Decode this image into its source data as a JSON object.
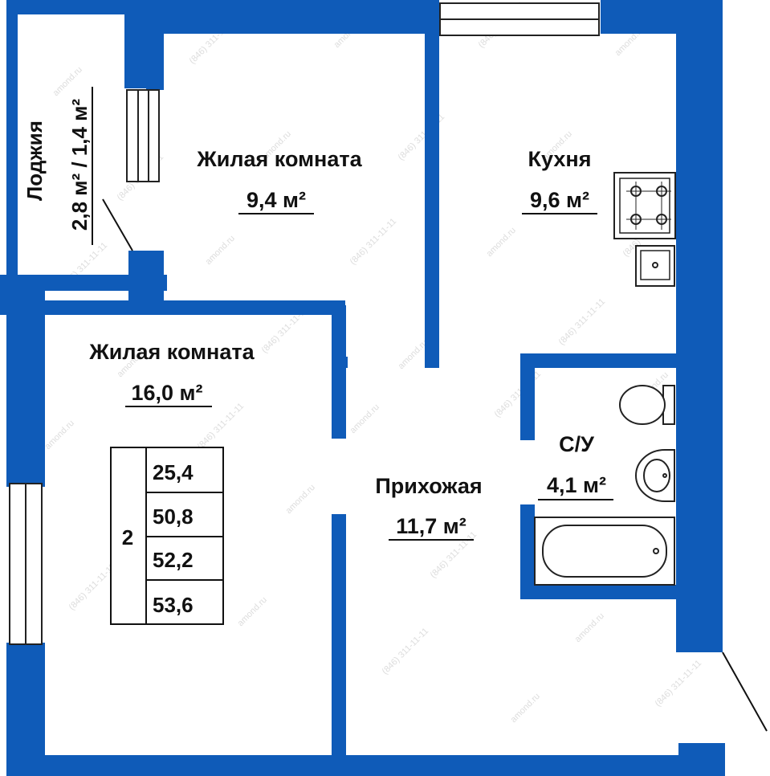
{
  "colors": {
    "wall": "#0f5bb8",
    "background": "#ffffff",
    "text": "#111111",
    "fixture_stroke": "#222222",
    "watermark": "#dddddd"
  },
  "rooms": {
    "loggia": {
      "name": "Лоджия",
      "area": "2,8 м² / 1,4 м²"
    },
    "bedroom": {
      "name": "Жилая комната",
      "area": "9,4 м²"
    },
    "kitchen": {
      "name": "Кухня",
      "area": "9,6 м²"
    },
    "living": {
      "name": "Жилая комната",
      "area": "16,0 м²"
    },
    "hallway": {
      "name": "Прихожая",
      "area": "11,7 м²"
    },
    "bathroom": {
      "name": "С/У",
      "area": "4,1 м²"
    }
  },
  "area_table": {
    "rooms_count": "2",
    "values": [
      "25,4",
      "50,8",
      "52,2",
      "53,6"
    ]
  },
  "watermarks": [
    "amond.ru",
    "(846) 311-11-11"
  ],
  "fixtures": [
    "stove-icon",
    "kitchen-sink-icon",
    "toilet-icon",
    "washbasin-icon",
    "bathtub-icon",
    "radiator-icon",
    "window-icon"
  ]
}
